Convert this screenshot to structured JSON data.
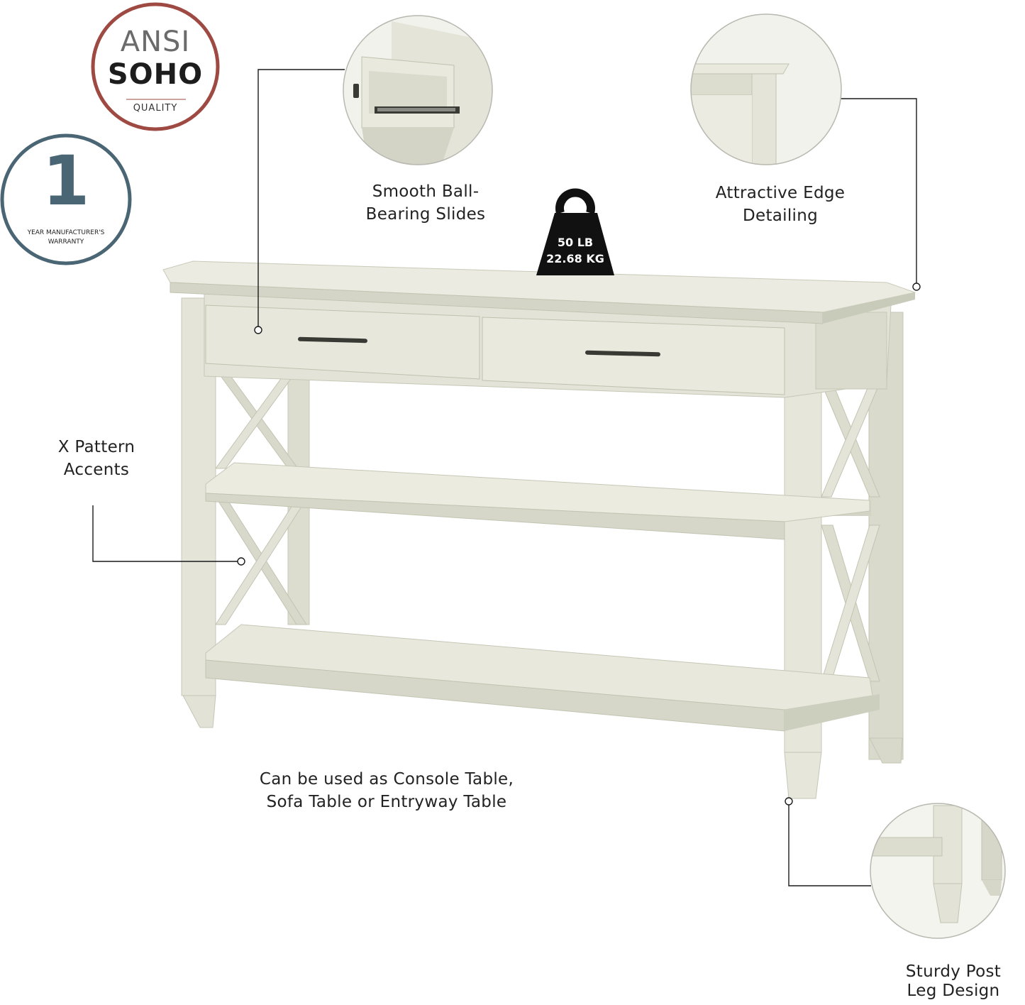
{
  "badges": {
    "ansi": {
      "line1": "ANSI",
      "line2": "SOHO",
      "line3": "QUALITY",
      "ring_color": "#9e4a43"
    },
    "warranty": {
      "number": "1",
      "line1": "YEAR MANUFACTURER'S",
      "line2": "WARRANTY",
      "ring_color": "#4a6674"
    }
  },
  "weight": {
    "line1": "50 LB",
    "line2": "22.68 KG"
  },
  "callouts": {
    "slides": {
      "line1": "Smooth Ball-",
      "line2": "Bearing Slides"
    },
    "edge": {
      "line1": "Attractive Edge",
      "line2": "Detailing"
    },
    "x_pattern": {
      "line1": "X Pattern",
      "line2": "Accents"
    },
    "usage": {
      "line1": "Can be used as Console Table,",
      "line2": "Sofa Table or Entryway Table"
    },
    "legs": {
      "line1": "Sturdy Post",
      "line2": "Leg Design"
    }
  },
  "colors": {
    "wood": "#e4e4d8",
    "wood_shade": "#cfd0c0",
    "wood_dark": "#b9bba8",
    "handle": "#3a3a34",
    "line": "#1a1a1a"
  }
}
